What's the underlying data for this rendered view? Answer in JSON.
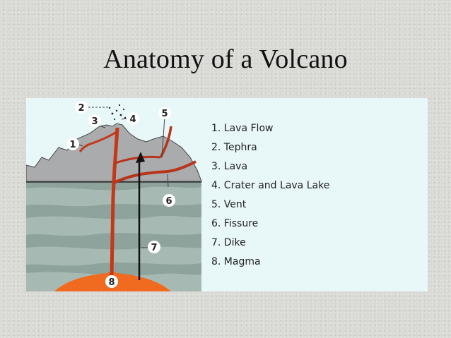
{
  "title": "Anatomy of a Volcano",
  "legend": [
    "1. Lava Flow",
    "2. Tephra",
    "3. Lava",
    "4. Crater and Lava Lake",
    "5. Vent",
    "6. Fissure",
    "7. Dike",
    "8. Magma"
  ],
  "callouts": [
    "1",
    "2",
    "3",
    "4",
    "5",
    "6",
    "7",
    "8"
  ],
  "colors": {
    "panel": "#e8f7f8",
    "mountain": "#a7a9aa",
    "lava": "#c03a1c",
    "magma": "#f06a20",
    "strata_light": "#9fb4ad",
    "strata_dark": "#7f978f"
  }
}
